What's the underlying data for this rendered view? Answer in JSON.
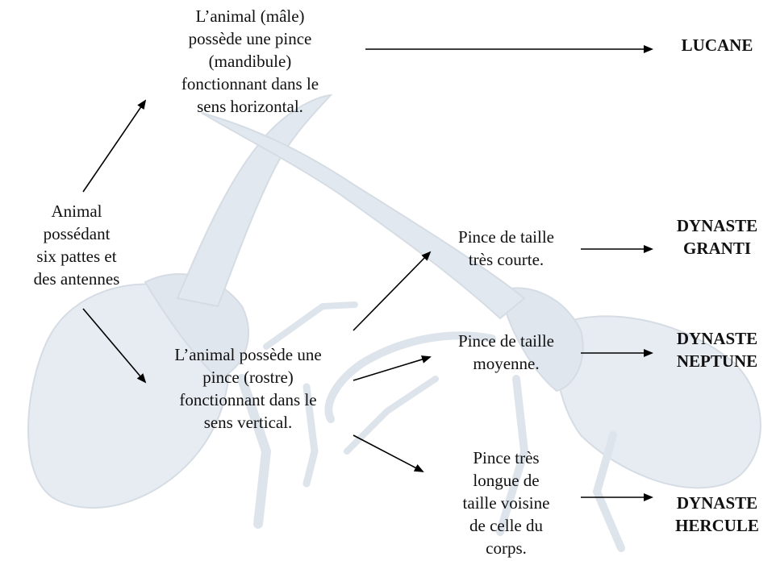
{
  "nodes": {
    "root": {
      "lines": [
        "Animal",
        "possédant",
        "six pattes et",
        "des antennes"
      ]
    },
    "horizontal": {
      "lines": [
        "L’animal (mâle)",
        "possède une pince",
        "(mandibule)",
        "fonctionnant dans le",
        "sens horizontal."
      ]
    },
    "vertical": {
      "lines": [
        "L’animal possède une",
        "pince (rostre)",
        "fonctionnant dans le",
        "sens vertical."
      ]
    },
    "short": {
      "lines": [
        "Pince de taille",
        "très courte."
      ]
    },
    "medium": {
      "lines": [
        "Pince de taille",
        "moyenne."
      ]
    },
    "long": {
      "lines": [
        "Pince très",
        "longue de",
        "taille voisine",
        "de celle du",
        "corps."
      ]
    }
  },
  "results": {
    "lucane": {
      "lines": [
        "LUCANE"
      ]
    },
    "granti": {
      "lines": [
        "DYNASTE",
        "GRANTI"
      ]
    },
    "neptune": {
      "lines": [
        "DYNASTE",
        "NEPTUNE"
      ]
    },
    "hercule": {
      "lines": [
        "DYNASTE",
        "HERCULE"
      ]
    }
  },
  "colors": {
    "beetle_fill": "#dfe6ee",
    "beetle_shadow": "#c7d1dc",
    "arrow": "#000000"
  }
}
